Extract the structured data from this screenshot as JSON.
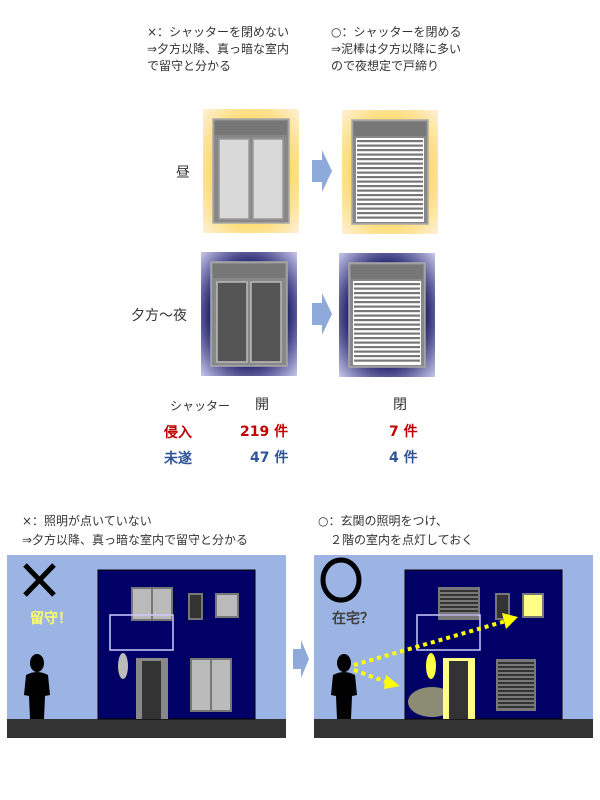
{
  "top": {
    "bad": [
      "×：シャッターを閉めない",
      "⇒夕方以降、真っ暗な室内",
      "で留守と分かる"
    ],
    "good": [
      "○：シャッターを閉める",
      "⇒泥棒は夕方以降に多い",
      "ので夜想定で戸締り"
    ],
    "row_day": "昼",
    "row_night": "夕方～夜"
  },
  "table": {
    "header": "シャッター",
    "open": "開",
    "closed": "閉",
    "rows": [
      {
        "label": "侵入",
        "open": "219 件",
        "closed": "7 件"
      },
      {
        "label": "未遂",
        "open": "47 件",
        "closed": "4 件"
      }
    ]
  },
  "bottom": {
    "bad": [
      "×：照明が点いていない",
      "⇒夕方以降、真っ暗な室内で留守と分かる"
    ],
    "good": [
      "○：玄関の照明をつけ、",
      "　２階の室内を点灯しておく"
    ],
    "bad_label": "留守！",
    "good_label": "在宅？"
  },
  "colors": {
    "red": "#c00000",
    "blue": "#2f5597",
    "sky": "#9bb4e4",
    "house": "#000066",
    "light": "#ffff66"
  }
}
